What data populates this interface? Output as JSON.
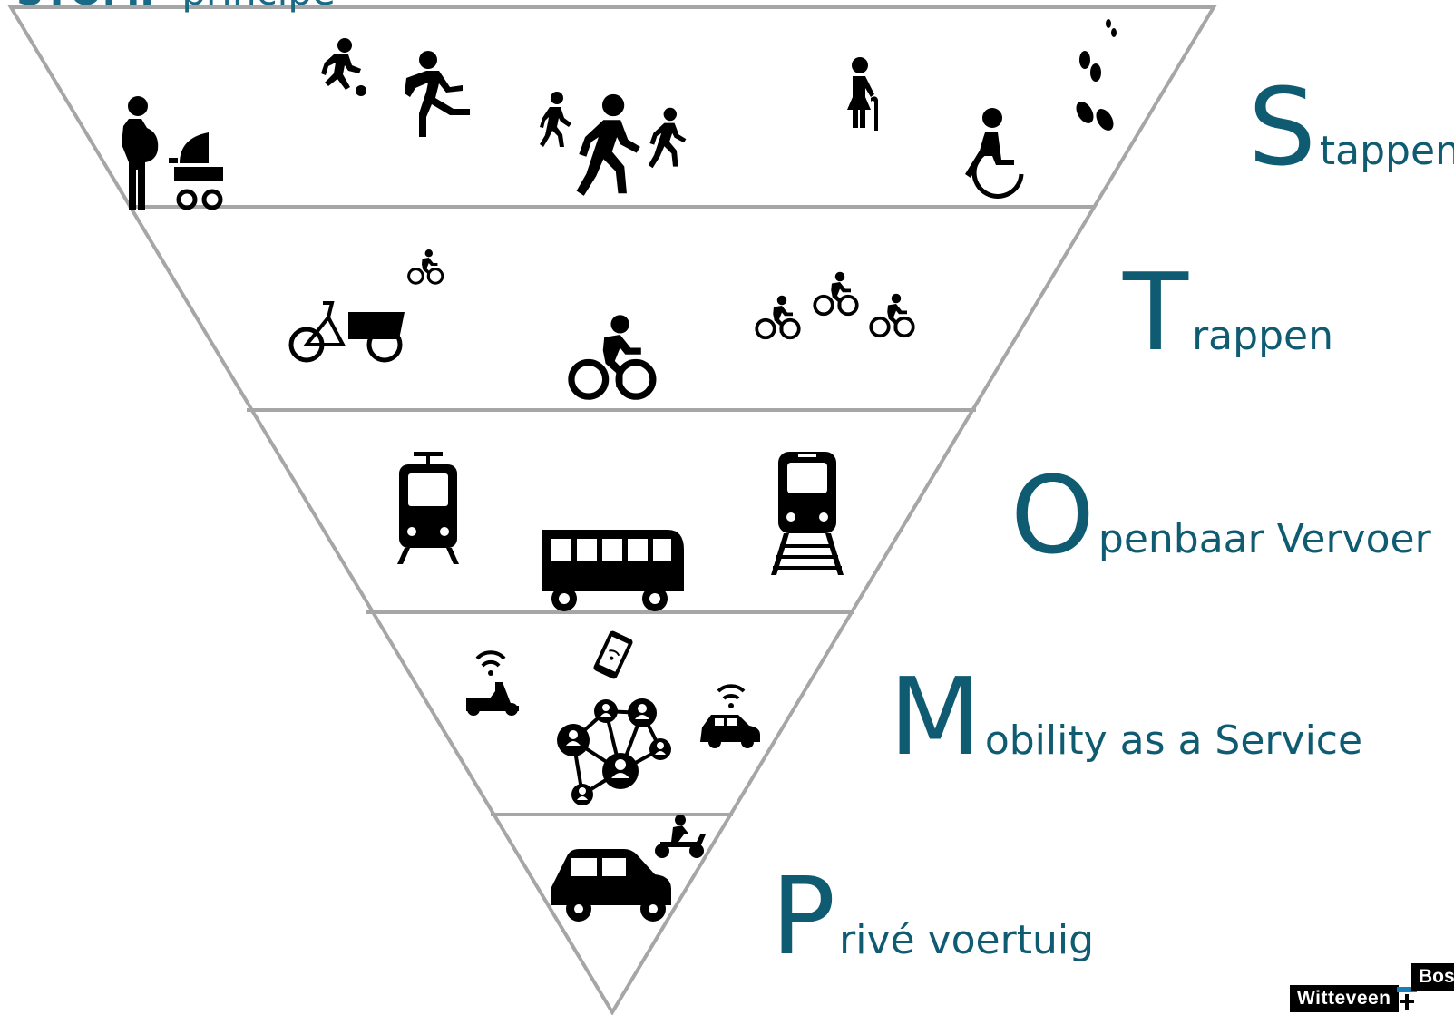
{
  "title": {
    "bold": "STOMP",
    "rest": "-principe"
  },
  "levels": [
    {
      "letter": "S",
      "rest": "tappen",
      "icons": [
        "pregnant-woman-icon",
        "baby-stroller-icon",
        "soccer-player-icon",
        "running-person-icon",
        "walking-child-icon",
        "walking-person-icon",
        "walking-person-small-icon",
        "elderly-person-cane-icon",
        "wheelchair-user-icon",
        "footprints-icon"
      ]
    },
    {
      "letter": "T",
      "rest": "rappen",
      "icons": [
        "cargo-bike-icon",
        "small-cyclist-icon",
        "cyclist-icon",
        "cyclist-group-icon"
      ]
    },
    {
      "letter": "O",
      "rest": "penbaar Vervoer",
      "icons": [
        "tram-icon",
        "bus-icon",
        "train-icon"
      ]
    },
    {
      "letter": "M",
      "rest": "obility as a Service",
      "icons": [
        "shared-scooter-wifi-icon",
        "smartphone-icon",
        "people-network-icon",
        "shared-car-wifi-icon"
      ]
    },
    {
      "letter": "P",
      "rest": "rivé voertuig",
      "icons": [
        "car-icon",
        "motorcycle-icon"
      ]
    }
  ],
  "logo": {
    "name": "Witteveen",
    "suffix": "Bos"
  },
  "colors": {
    "accent": "#0f5c72",
    "title": "#1a6a86",
    "lines": "#a6a6a6",
    "icons": "#000000"
  }
}
